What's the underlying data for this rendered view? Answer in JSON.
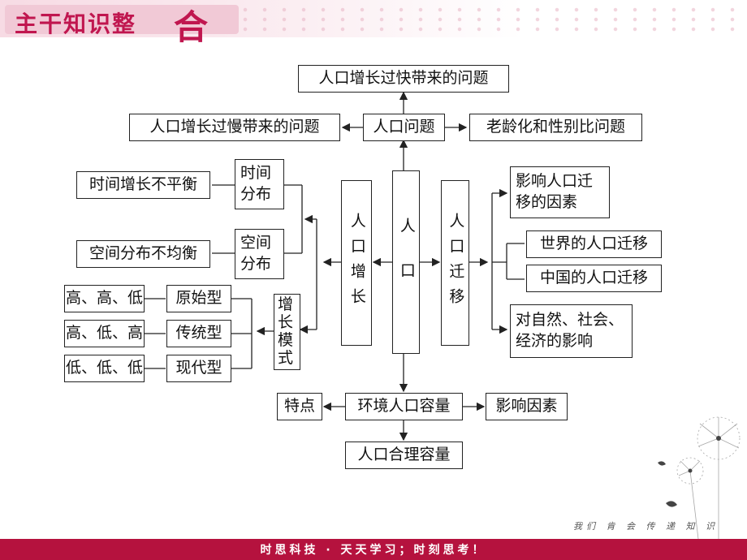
{
  "header": {
    "title": "主干知识整",
    "title_big": "合"
  },
  "diagram": {
    "top_problem": "人口增长过快带来的问题",
    "center_problem": "人口问题",
    "slow_problem": "人口增长过慢带来的问题",
    "aging_problem": "老龄化和性别比问题",
    "time_imbalance": "时间增长不平衡",
    "time_dist": "时间分布",
    "space_imbalance": "空间分布不均衡",
    "space_dist": "空间分布",
    "growth": "人口增长",
    "population": "人口",
    "migration": "人口迁移",
    "factors": "影响人口迁移的因素",
    "world_migration": "世界的人口迁移",
    "china_migration": "中国的人口迁移",
    "impact": "对自然、社会、经济的影响",
    "mode1_val": "高、高、低",
    "mode1": "原始型",
    "mode2_val": "高、低、高",
    "mode2": "传统型",
    "mode3_val": "低、低、低",
    "mode3": "现代型",
    "growth_mode": "增长模式",
    "features": "特点",
    "capacity": "环境人口容量",
    "influences": "影响因素",
    "reasonable": "人口合理容量"
  },
  "footer": {
    "text": "时思科技 · 天天学习；时刻思考！",
    "slogan": "我们 肯 会 传 递 知 识"
  },
  "colors": {
    "brand": "#c0164f",
    "footer_bg": "#b5123e",
    "line": "#222222"
  }
}
